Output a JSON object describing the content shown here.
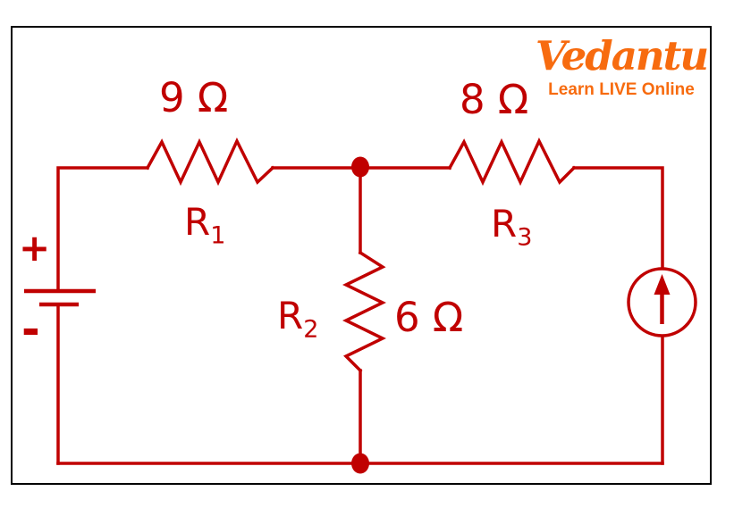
{
  "colors": {
    "circuit": "#C00000",
    "brand_orange": "#F76B0F",
    "border": "#000000"
  },
  "logo": {
    "brand": "Vedantu",
    "tagline": "Learn LIVE Online"
  },
  "circuit": {
    "type": "resistor-network-with-battery-and-current-source",
    "resistor1": {
      "name": "R",
      "sub": "1",
      "value": "9 Ω",
      "orientation": "horizontal",
      "position": "top-left"
    },
    "resistor2": {
      "name": "R",
      "sub": "2",
      "value": "6 Ω",
      "orientation": "vertical",
      "position": "middle"
    },
    "resistor3": {
      "name": "R",
      "sub": "3",
      "value": "8 Ω",
      "orientation": "horizontal",
      "position": "top-right"
    },
    "battery": {
      "positive": "+",
      "negative": "-",
      "position": "left"
    },
    "current_source": {
      "symbol": "circle-with-up-arrow",
      "position": "right"
    },
    "junctions": [
      "top-middle-node",
      "bottom-middle-node"
    ]
  }
}
